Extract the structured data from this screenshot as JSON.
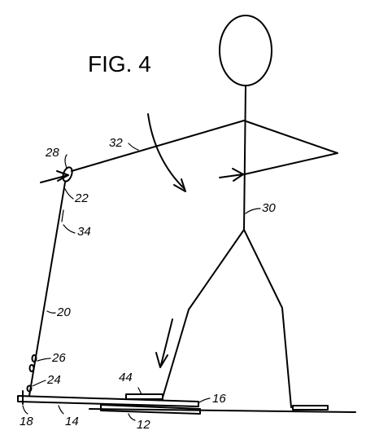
{
  "figure_title": "FIG. 4",
  "labels": {
    "l28": "28",
    "l32": "32",
    "l22": "22",
    "l34": "34",
    "l30": "30",
    "l20": "20",
    "l26": "26",
    "l24": "24",
    "l44": "44",
    "l16": "16",
    "l18": "18",
    "l14": "14",
    "l12": "12"
  }
}
